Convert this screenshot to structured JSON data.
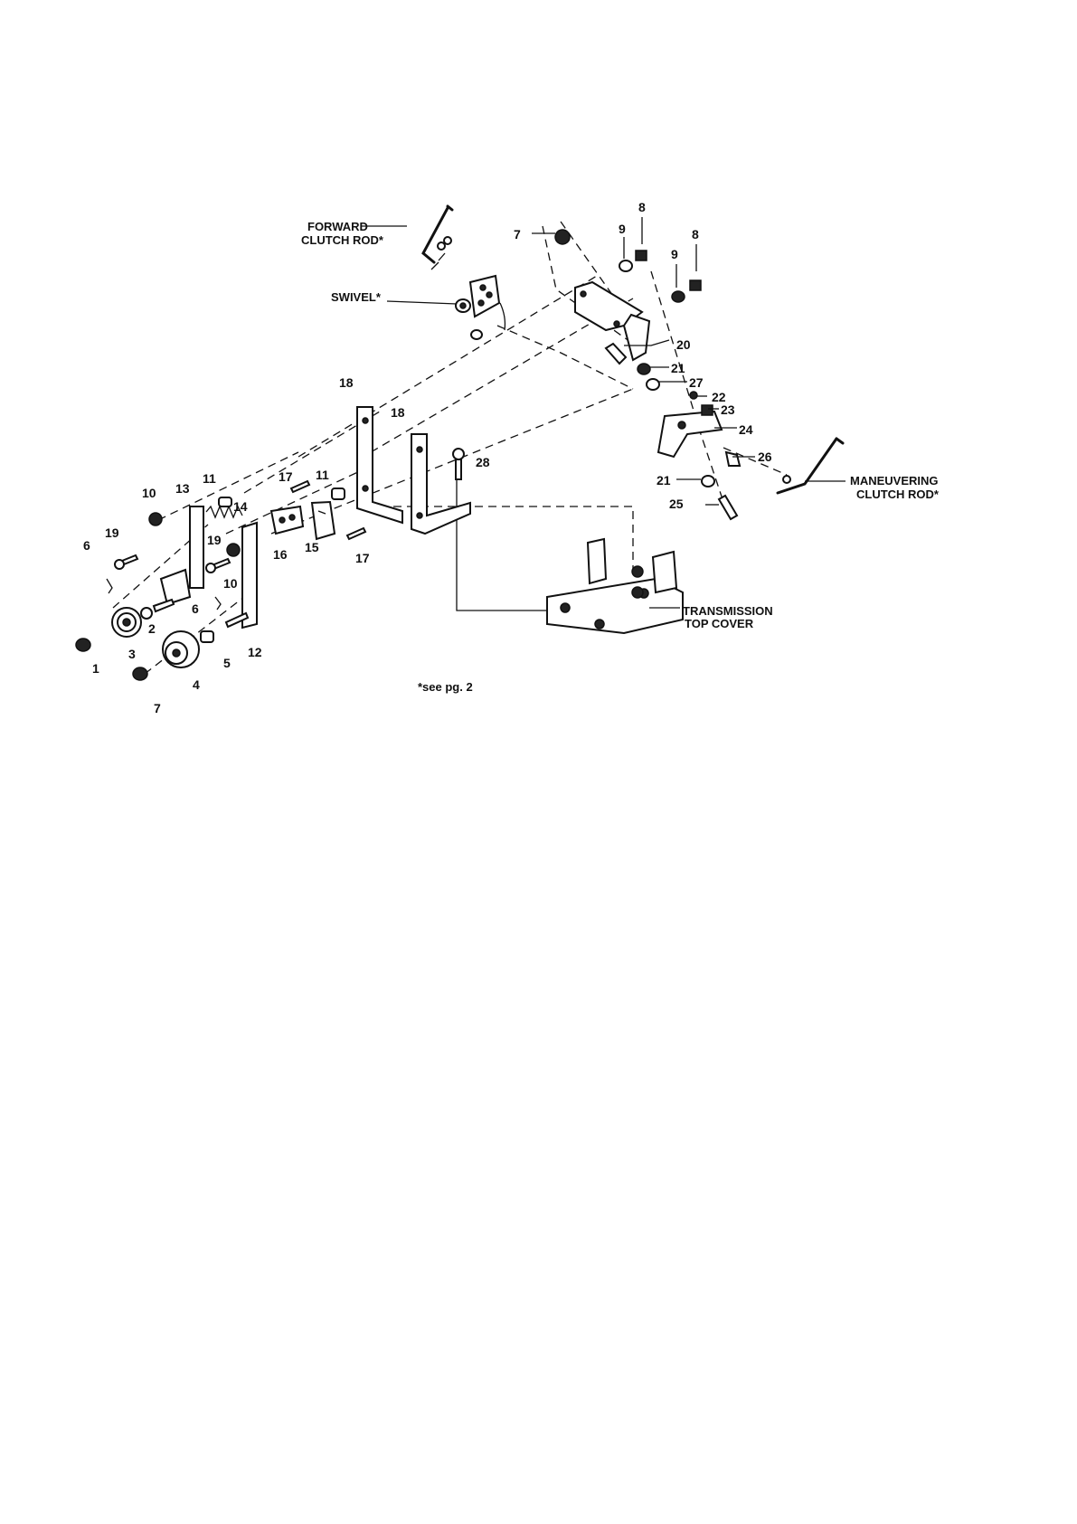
{
  "callouts": {
    "c1": "1",
    "c2": "2",
    "c3": "3",
    "c4": "4",
    "c5": "5",
    "c6a": "6",
    "c6b": "6",
    "c7a": "7",
    "c7b": "7",
    "c8a": "8",
    "c8b": "8",
    "c9a": "9",
    "c9b": "9",
    "c10a": "10",
    "c10b": "10",
    "c11a": "11",
    "c11b": "11",
    "c12": "12",
    "c13": "13",
    "c14": "14",
    "c15": "15",
    "c16": "16",
    "c17a": "17",
    "c17b": "17",
    "c18a": "18",
    "c18b": "18",
    "c19a": "19",
    "c19b": "19",
    "c20": "20",
    "c21a": "21",
    "c21b": "21",
    "c22": "22",
    "c23": "23",
    "c24": "24",
    "c25": "25",
    "c26": "26",
    "c27": "27",
    "c28": "28"
  },
  "labels": {
    "forward_line1": "FORWARD",
    "forward_line2": "CLUTCH ROD*",
    "swivel": "SWIVEL*",
    "maneuvering_line1": "MANEUVERING",
    "maneuvering_line2": "CLUTCH ROD*",
    "transmission_line1": "TRANSMISSION",
    "transmission_line2": "TOP COVER",
    "footnote": "*see pg. 2"
  }
}
